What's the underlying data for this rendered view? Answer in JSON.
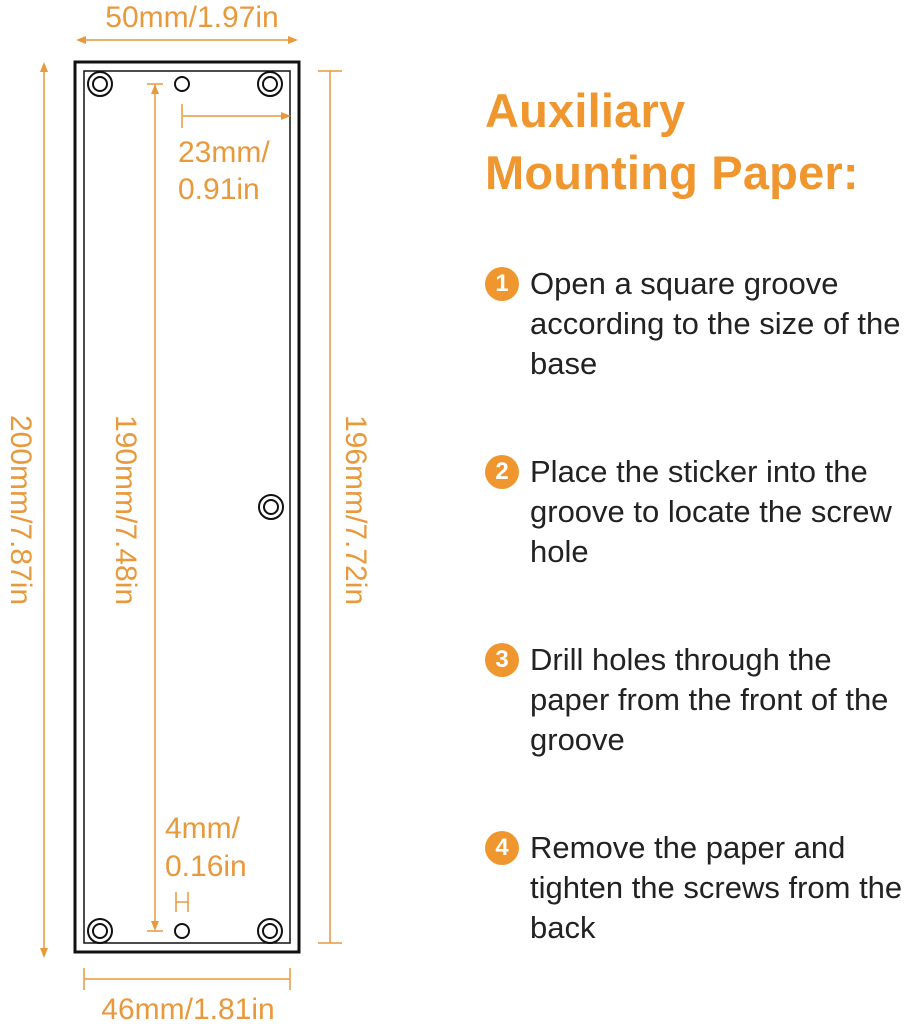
{
  "dimensions": {
    "top_width": "50mm/1.97in",
    "bottom_width": "46mm/1.81in",
    "total_height": "200mm/7.87in",
    "inner_height": "190mm/7.48in",
    "outer_height": "196mm/7.72in",
    "hole_offset_line1": "23mm/",
    "hole_offset_line2": "0.91in",
    "small_gap_line1": "4mm/",
    "small_gap_line2": "0.16in"
  },
  "title_line1": "Auxiliary",
  "title_line2": "Mounting Paper:",
  "steps": [
    {
      "num": "1",
      "text": "Open a square groove according to the size of the base"
    },
    {
      "num": "2",
      "text": "Place the sticker into the groove to locate the screw hole"
    },
    {
      "num": "3",
      "text": "Drill holes through the paper from the front of the groove"
    },
    {
      "num": "4",
      "text": "Remove the paper and tighten the screws from the back"
    }
  ],
  "colors": {
    "accent": "#f0962f",
    "dim_line": "#e8993c",
    "text": "#222222"
  }
}
